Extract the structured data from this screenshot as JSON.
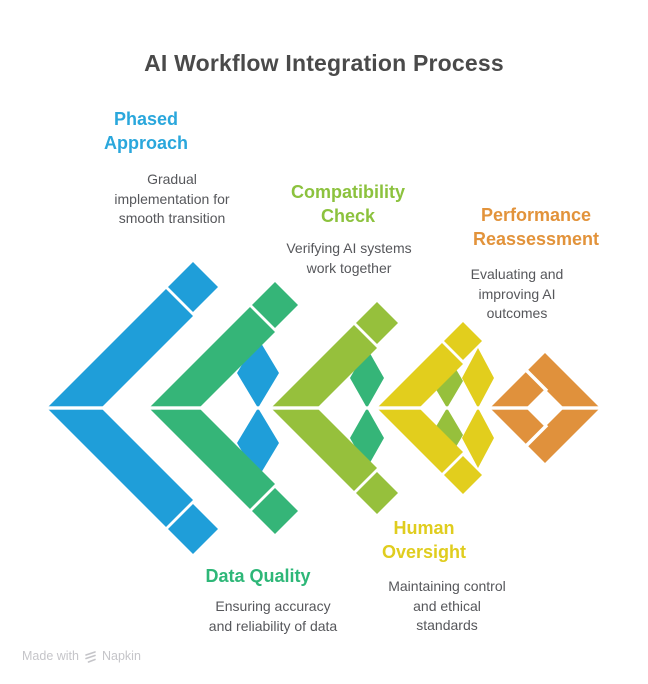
{
  "title": "AI Workflow Integration Process",
  "watermark": {
    "prefix": "Made with",
    "brand": "Napkin"
  },
  "steps": [
    {
      "id": "phased-approach",
      "label": "Phased\nApproach",
      "description": "Gradual\nimplementation for\nsmooth transition",
      "color": "#2aa7dc",
      "shape_color": "#1f9ed9",
      "label_position": "top"
    },
    {
      "id": "data-quality",
      "label": "Data Quality",
      "description": "Ensuring accuracy\nand reliability of data",
      "color": "#2eb778",
      "shape_color": "#35b578",
      "label_position": "bottom"
    },
    {
      "id": "compatibility-check",
      "label": "Compatibility\nCheck",
      "description": "Verifying AI systems\nwork together",
      "color": "#8cc23e",
      "shape_color": "#96c03c",
      "label_position": "top"
    },
    {
      "id": "human-oversight",
      "label": "Human\nOversight",
      "description": "Maintaining control\nand ethical\nstandards",
      "color": "#e0cd1e",
      "shape_color": "#e2ce1d",
      "label_position": "bottom"
    },
    {
      "id": "performance-reassessment",
      "label": "Performance\nReassessment",
      "description": "Evaluating and\nimproving AI\noutcomes",
      "color": "#e2933b",
      "shape_color": "#e0913c",
      "label_position": "top"
    }
  ]
}
